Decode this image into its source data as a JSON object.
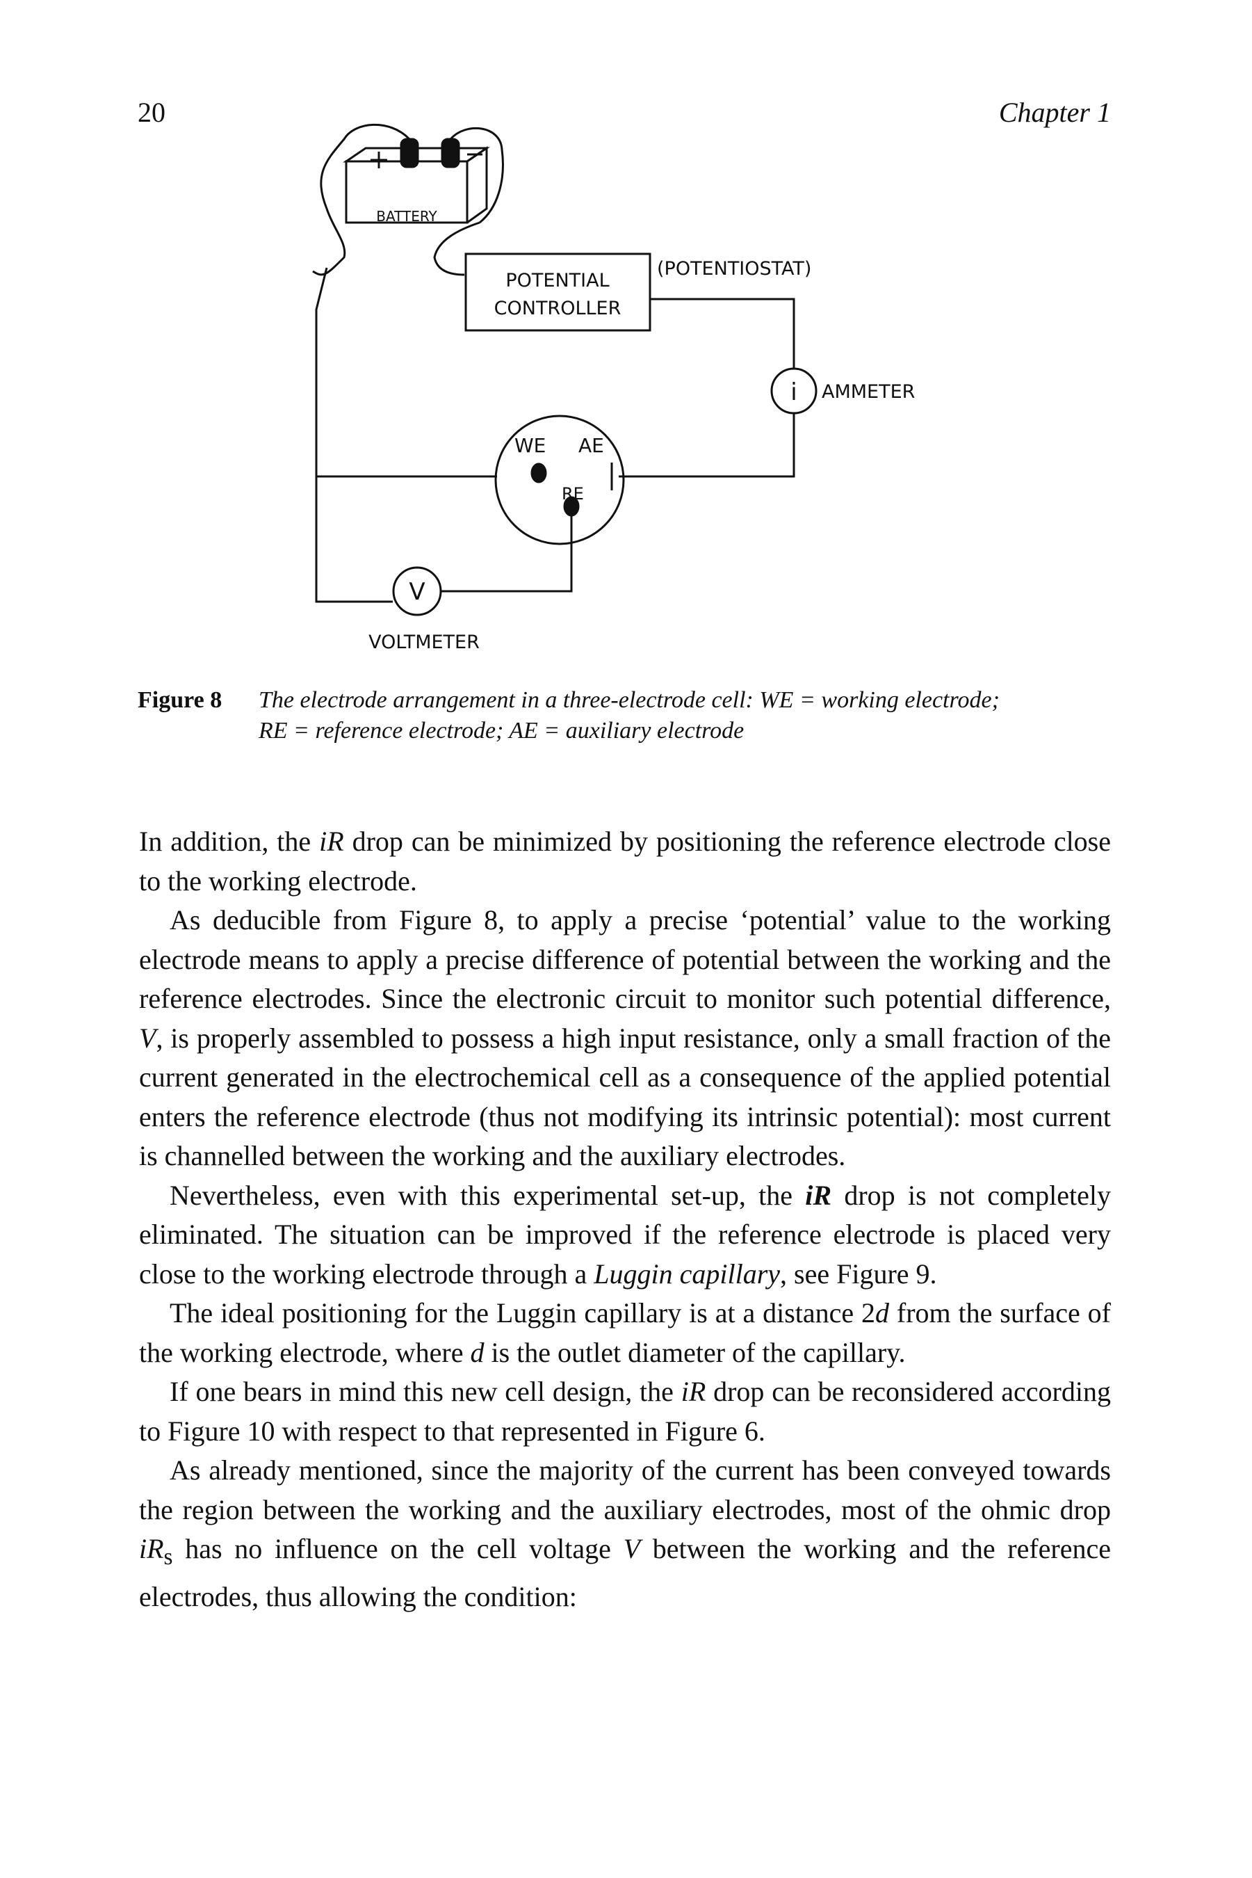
{
  "page": {
    "number": "20",
    "running_head": "Chapter 1"
  },
  "figure": {
    "labels": {
      "battery": "BATTERY",
      "plus": "+",
      "minus": "−",
      "controller_line1": "POTENTIAL",
      "controller_line2": "CONTROLLER",
      "potentiostat": "(POTENTIOSTAT)",
      "ammeter_symbol": "i",
      "ammeter": "AMMETER",
      "we": "WE",
      "ae": "AE",
      "re": "RE",
      "voltmeter_symbol": "V",
      "voltmeter": "VOLTMETER"
    },
    "caption_label": "Figure 8",
    "caption_line1": "The electrode arrangement in a three-electrode cell: WE = working electrode;",
    "caption_line2": "RE = reference electrode; AE = auxiliary electrode"
  },
  "body": {
    "p1": {
      "a": "In addition, the ",
      "b": "iR",
      "c": " drop can be minimized by positioning the reference electrode close to the working electrode."
    },
    "p2": {
      "a": "As deducible from Figure 8, to apply a precise ‘potential’ value to the working electrode means to apply a precise difference of potential between the working and the reference electrodes. Since the electronic circuit to monitor such potential difference, ",
      "b": "V",
      "c": ", is properly assembled to possess a high input resistance, only a small fraction of the current generated in the electrochemical cell as a consequence of the applied potential enters the reference electrode (thus not modifying its intrinsic potential): most current is channelled between the working and the auxiliary electrodes."
    },
    "p3": {
      "a": "Nevertheless, even with this experimental set-up, the ",
      "b": "iR",
      "c": " drop is not completely eliminated. The situation can be improved if the reference electrode is placed very close to the working electrode through a ",
      "d": "Luggin capillary",
      "e": ", see Figure 9."
    },
    "p4": {
      "a": "The ideal positioning for the Luggin capillary is at a distance 2",
      "b": "d",
      "c": " from the surface of the working electrode, where ",
      "d": "d",
      "e": " is the outlet diameter of the capillary."
    },
    "p5": {
      "a": "If one bears in mind this new cell design, the ",
      "b": "iR",
      "c": " drop can be reconsidered according to Figure 10 with respect to that represented in Figure 6."
    },
    "p6": {
      "a": "As already mentioned, since the majority of the current has been conveyed towards the region between the working and the auxiliary electrodes, most of the ohmic drop ",
      "b": "iR",
      "sub": "s",
      "c": " has no influence on the cell voltage ",
      "d": "V",
      "e": " between the working and the reference electrodes, thus allowing the condition:"
    }
  }
}
